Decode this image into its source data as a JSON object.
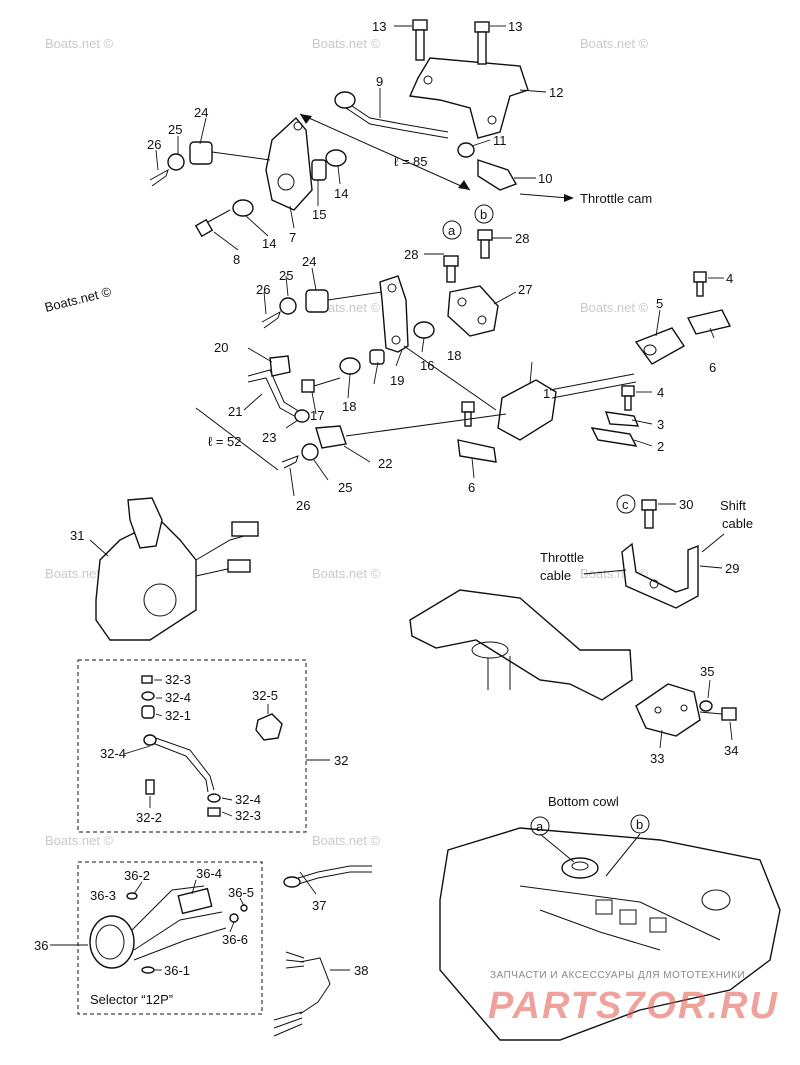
{
  "callouts": {
    "c1": "1",
    "c2": "2",
    "c3": "3",
    "c4a": "4",
    "c4b": "4",
    "c5": "5",
    "c6a": "6",
    "c6b": "6",
    "c7": "7",
    "c8": "8",
    "c9": "9",
    "c10": "10",
    "c11": "11",
    "c12": "12",
    "c13a": "13",
    "c13b": "13",
    "c14a": "14",
    "c14b": "14",
    "c15": "15",
    "c16": "16",
    "c17": "17",
    "c18a": "18",
    "c18b": "18",
    "c19": "19",
    "c20": "20",
    "c21": "21",
    "c22": "22",
    "c23": "23",
    "c24a": "24",
    "c24b": "24",
    "c25a": "25",
    "c25b": "25",
    "c25c": "25",
    "c26a": "26",
    "c26b": "26",
    "c26c": "26",
    "c27": "27",
    "c28a": "28",
    "c28b": "28",
    "c29": "29",
    "c30": "30",
    "c31": "31",
    "c32": "32",
    "c32_1": "32-1",
    "c32_2": "32-2",
    "c32_3a": "32-3",
    "c32_3b": "32-3",
    "c32_4a": "32-4",
    "c32_4b": "32-4",
    "c32_4c": "32-4",
    "c32_5": "32-5",
    "c33": "33",
    "c34": "34",
    "c35": "35",
    "c36": "36",
    "c36_1": "36-1",
    "c36_2": "36-2",
    "c36_3": "36-3",
    "c36_4": "36-4",
    "c36_5": "36-5",
    "c36_6": "36-6",
    "c37": "37",
    "c38": "38"
  },
  "circled": {
    "a1": "a",
    "b1": "b",
    "c1": "c",
    "a2": "a",
    "b2": "b"
  },
  "labels": {
    "throttle_cam": "Throttle cam",
    "len85": "ℓ = 85",
    "len52": "ℓ = 52",
    "shift_cable_1": "Shift",
    "shift_cable_2": "cable",
    "throttle_cable_1": "Throttle",
    "throttle_cable_2": "cable",
    "bottom_cowl": "Bottom cowl",
    "selector": "Selector  “12P”"
  },
  "watermarks": {
    "wm1": "Boats.net ©",
    "wm2": "Boats.net ©",
    "wm3": "Boats.net ©",
    "wm4": "Boats.net ©",
    "wm5": "Boats.net ©",
    "wm6": "Boats.net ©",
    "wm7": "Boats.net ©",
    "wm8": "Boats.net ©",
    "wm9": "Boats.net ©",
    "wm10": "Boats.net ©"
  },
  "brand": {
    "tagline": "ЗАПЧАСТИ И АКСЕССУАРЫ ДЛЯ МОТОТЕХНИКИ",
    "logo": "PARTS7OR.RU",
    "color": "#e2574c"
  }
}
